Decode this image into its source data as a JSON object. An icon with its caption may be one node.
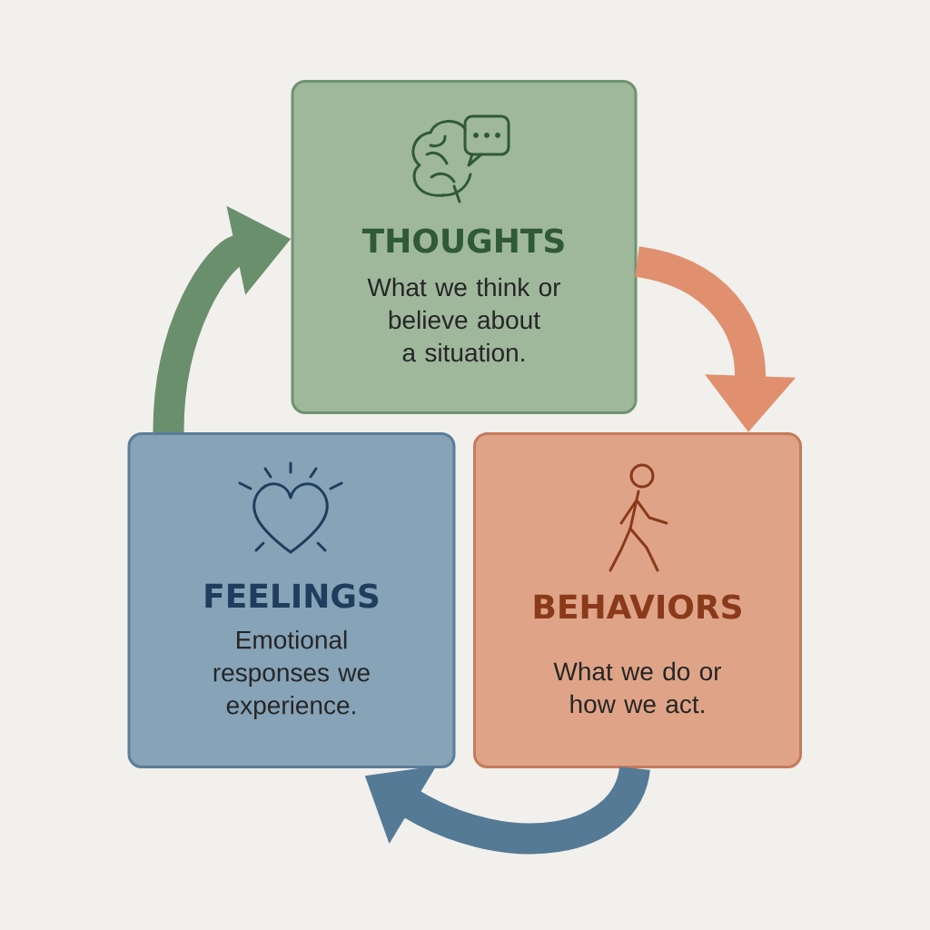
{
  "diagram": {
    "nodes": [
      {
        "text": [
          "THOUGHTS",
          "What we think or believe about a situation."
        ]
      },
      {
        "text": [
          "BEHAVIORS",
          "What we do or how we act."
        ]
      },
      {
        "text": [
          "FEELINGS",
          "Emotional responses we experience."
        ]
      }
    ],
    "edges": [
      {
        "from": 0,
        "to": 1,
        "arrow": "to",
        "color": "#e0906e"
      },
      {
        "from": 1,
        "to": 2,
        "arrow": "to",
        "color": "#557a96"
      },
      {
        "from": 2,
        "to": 0,
        "arrow": "to",
        "color": "#6a8f6d"
      }
    ]
  }
}
